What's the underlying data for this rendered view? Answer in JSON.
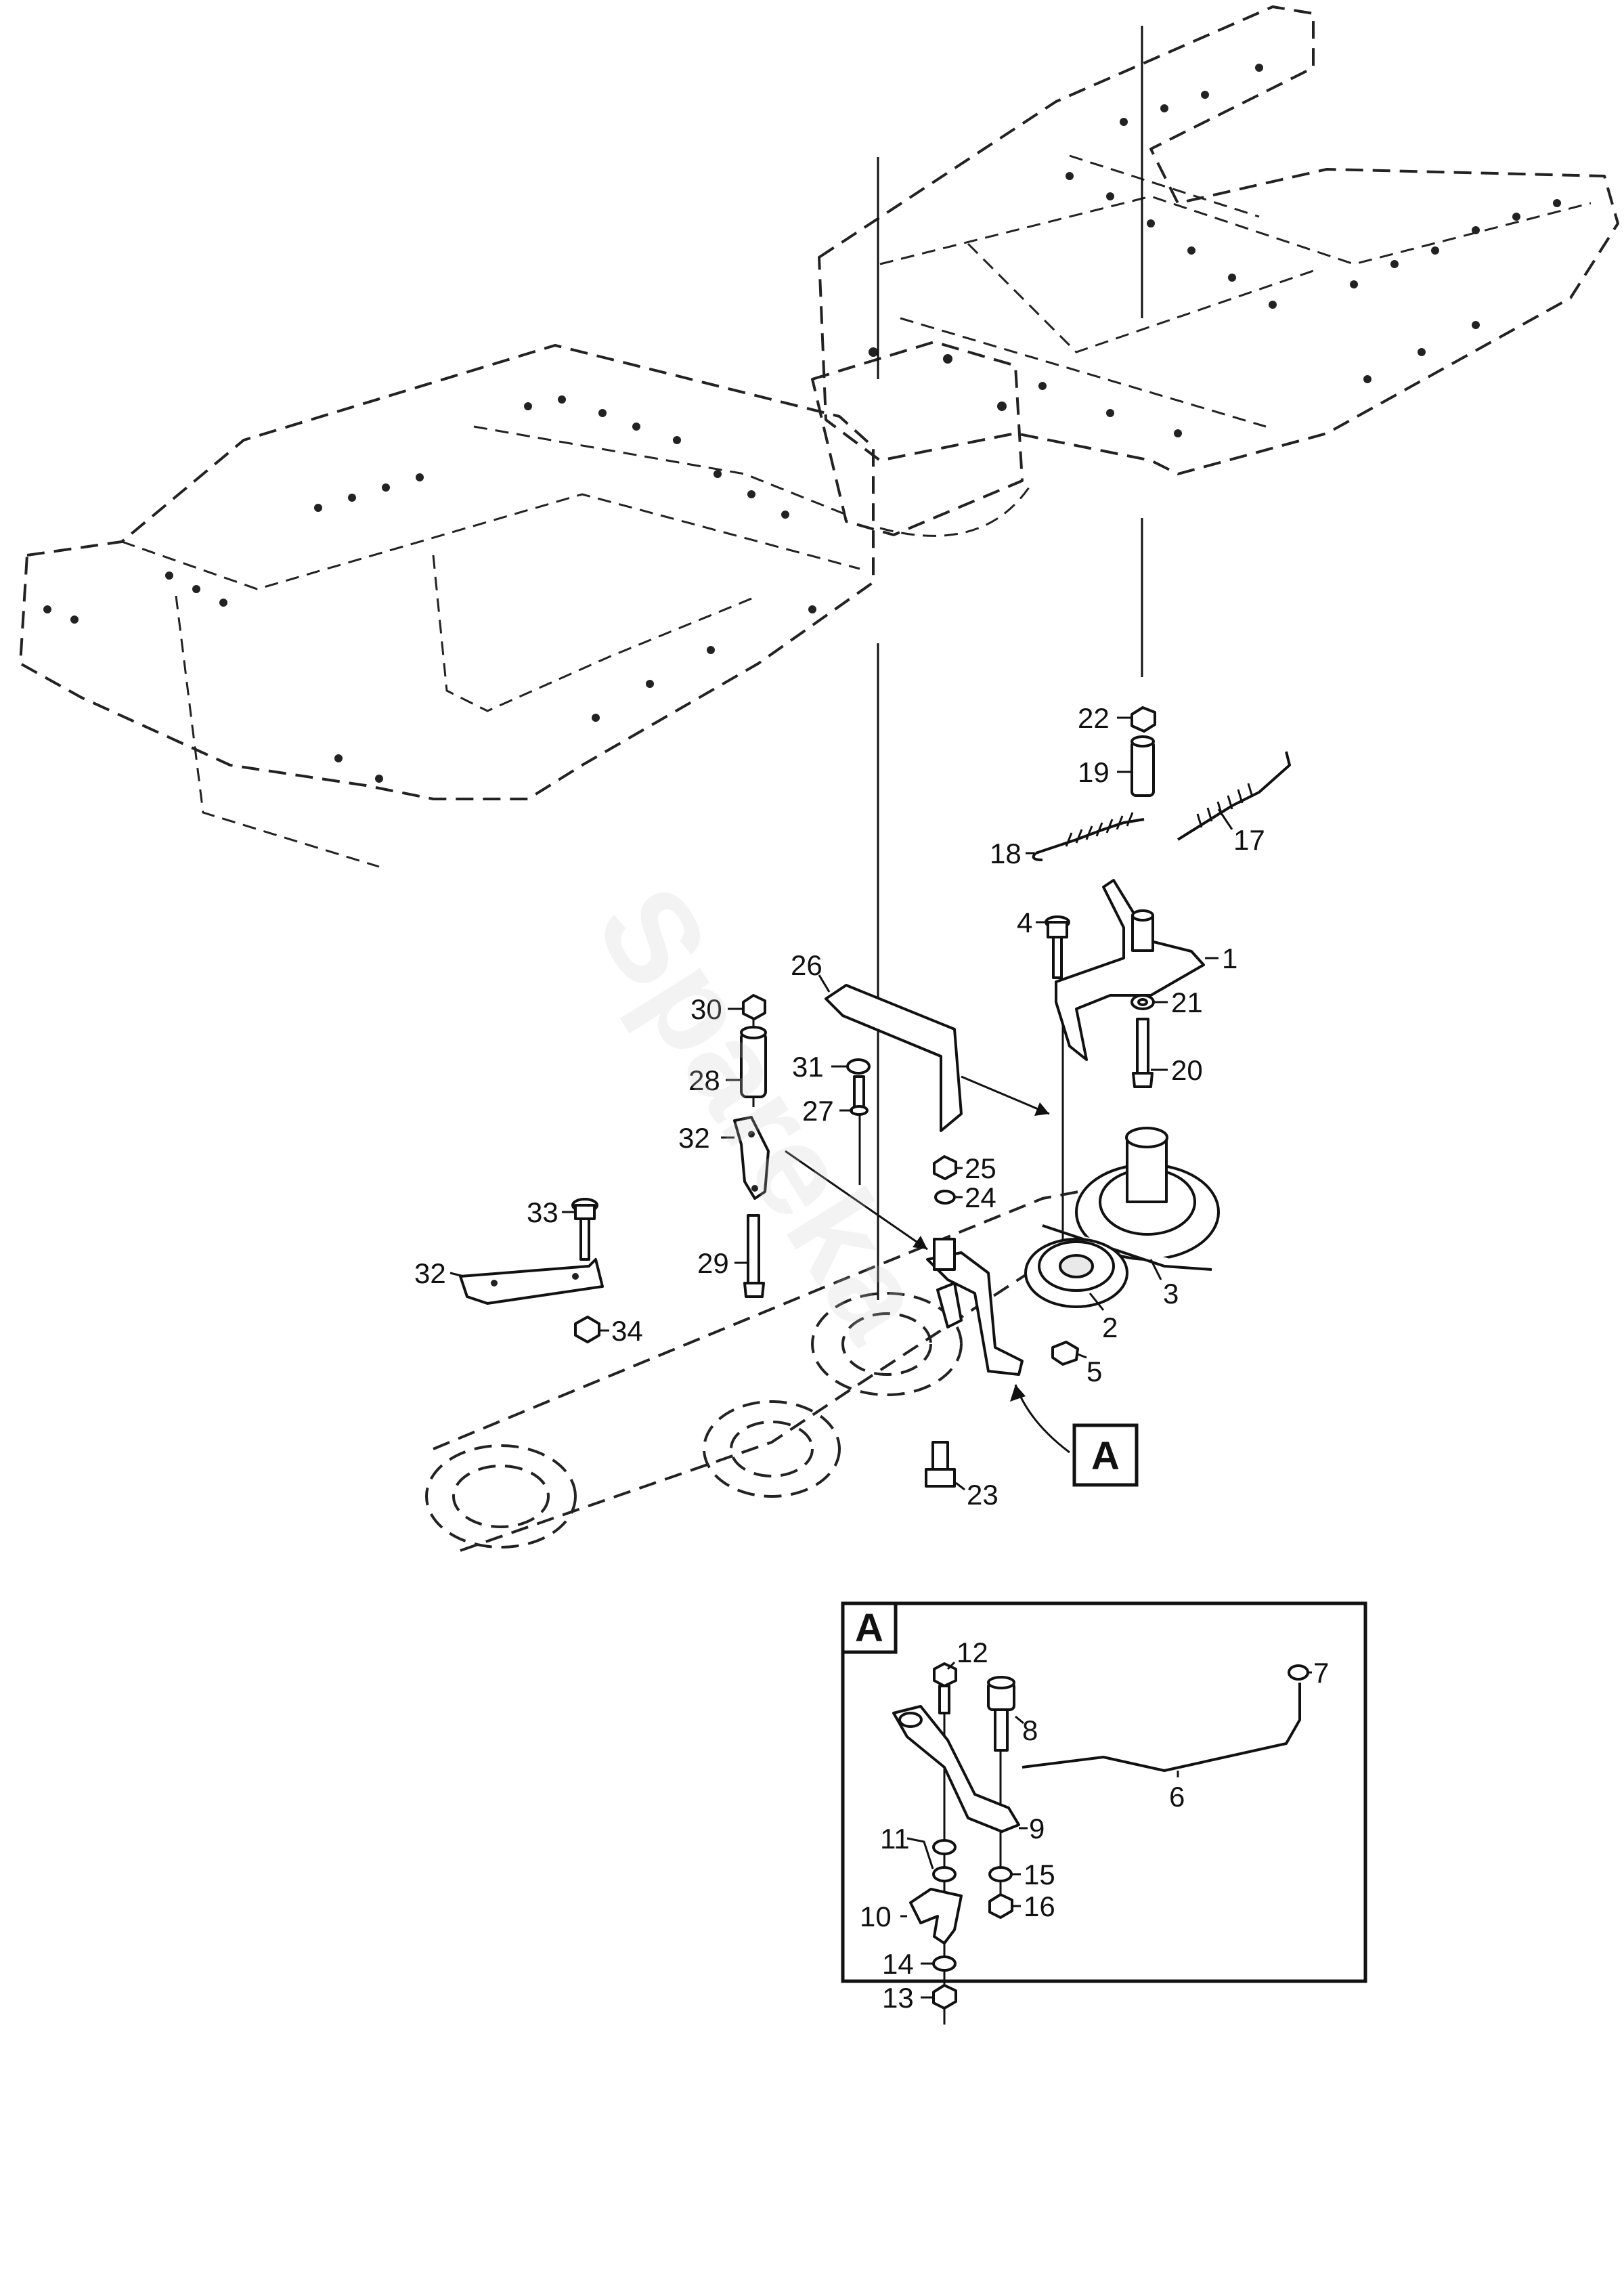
{
  "watermark": "Spareka",
  "detail": {
    "label": "A"
  },
  "callouts": {
    "c1": "1",
    "c2": "2",
    "c3": "3",
    "c4": "4",
    "c5": "5",
    "c6": "6",
    "c7": "7",
    "c8": "8",
    "c9": "9",
    "c10": "10",
    "c11": "11",
    "c12": "12",
    "c13": "13",
    "c14": "14",
    "c15": "15",
    "c16": "16",
    "c17": "17",
    "c18": "18",
    "c19": "19",
    "c20": "20",
    "c21": "21",
    "c22": "22",
    "c23": "23",
    "c24": "24",
    "c25": "25",
    "c26": "26",
    "c27": "27",
    "c28": "28",
    "c29": "29",
    "c30": "30",
    "c31": "31",
    "c32a": "32",
    "c32b": "32",
    "c33": "33",
    "c34": "34"
  }
}
